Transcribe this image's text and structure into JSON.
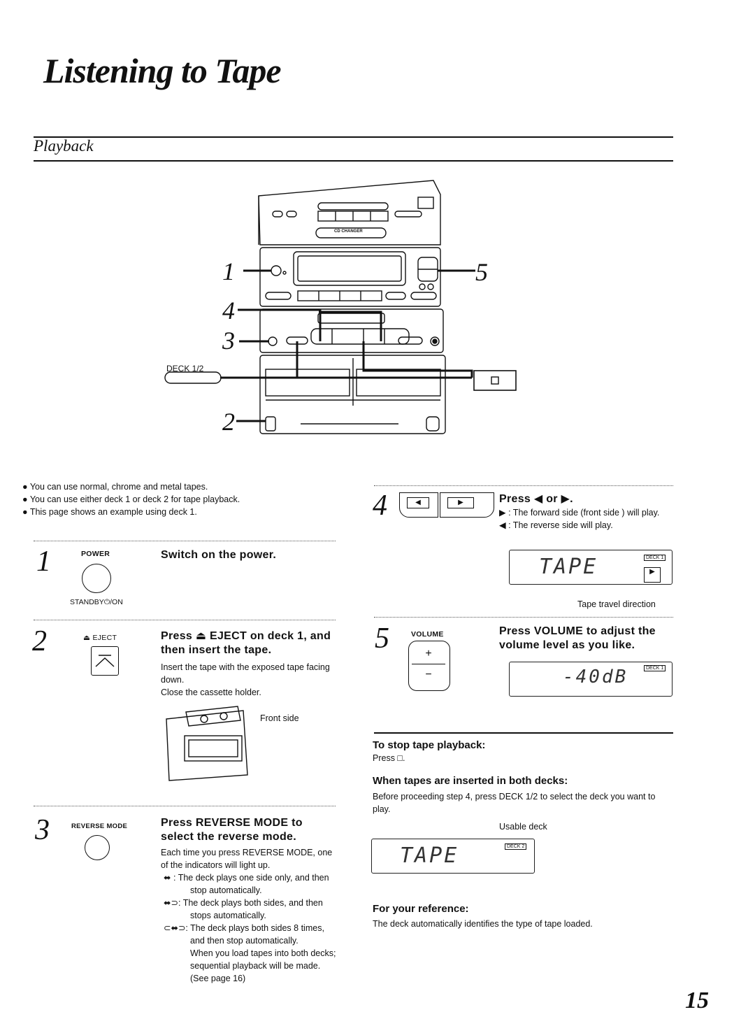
{
  "title": "Listening to Tape",
  "section": "Playback",
  "illustration": {
    "callouts": [
      "1",
      "2",
      "3",
      "4",
      "5"
    ],
    "deck_label": "DECK 1/2",
    "cd_changer_label": "CD CHANGER"
  },
  "intro_bullets": [
    "You can use normal, chrome and metal tapes.",
    "You can use either deck 1 or deck 2 for tape playback.",
    "This page shows an example using deck 1."
  ],
  "step1": {
    "number": "1",
    "label_top": "POWER",
    "label_bottom": "STANDBY⏻/ON",
    "heading": "Switch on the power."
  },
  "step2": {
    "number": "2",
    "label": "⏏ EJECT",
    "heading": "Press ⏏ EJECT on deck 1, and then insert the tape.",
    "body": "Insert the tape with the exposed tape facing down.",
    "body2": "Close the cassette holder.",
    "front_side_label": "Front side"
  },
  "step3": {
    "number": "3",
    "label": "REVERSE MODE",
    "heading": "Press REVERSE MODE to select the reverse mode.",
    "body": "Each time you press REVERSE MODE, one of the indicators will light up.",
    "modes": [
      {
        "symbol": "⬌",
        "text": "The deck plays one side only, and then stop automatically."
      },
      {
        "symbol": "⬌⊃",
        "text": "The deck plays both sides, and then stops automatically."
      },
      {
        "symbol": "⊂⬌⊃",
        "text": "The deck plays both sides 8 times, and then stop automatically."
      }
    ],
    "note": "When you load tapes into both decks; sequential playback will be made. (See page 16)"
  },
  "step4": {
    "number": "4",
    "heading": "Press ◀ or ▶.",
    "forward": "▶ : The forward side (front side ) will play.",
    "reverse": "◀ : The reverse side will play.",
    "display_text": "TAPE",
    "display_badge": "DECK 1",
    "caption": "Tape travel direction"
  },
  "step5": {
    "number": "5",
    "label": "VOLUME",
    "heading": "Press VOLUME to adjust the volume level as you like.",
    "display_text": "-40dB",
    "display_badge": "DECK 1"
  },
  "stop": {
    "heading": "To stop tape playback:",
    "body": "Press □."
  },
  "both": {
    "heading": "When tapes are inserted in both decks:",
    "body": "Before proceeding step 4, press DECK 1/2 to select the deck you want to play.",
    "caption": "Usable deck",
    "display_text": "TAPE",
    "display_badge": "DECK 2"
  },
  "reference": {
    "heading": "For your reference:",
    "body": "The deck automatically identifies the type of tape loaded."
  },
  "page_number": "15"
}
